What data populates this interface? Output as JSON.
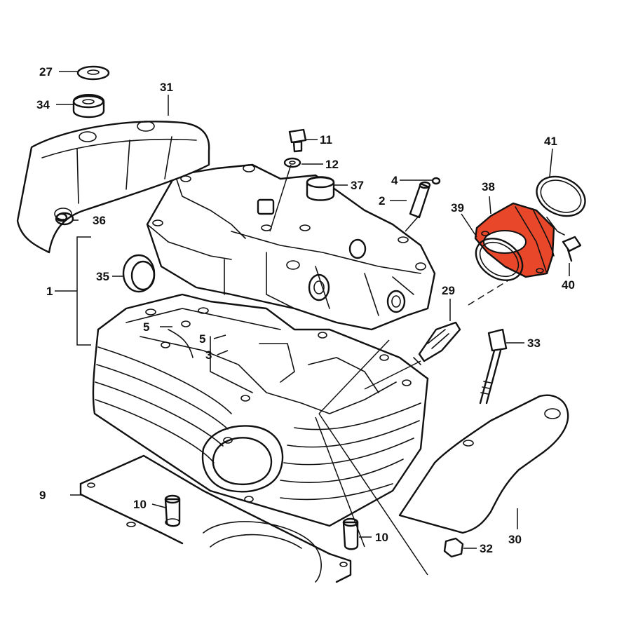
{
  "diagram": {
    "highlight_color": "#e8472a",
    "ink_color": "#111111",
    "background_color": "#ffffff",
    "callouts": {
      "p1": "1",
      "p2": "2",
      "p3": "3",
      "p4": "4",
      "p5a": "5",
      "p5b": "5",
      "p9": "9",
      "p10a": "10",
      "p10b": "10",
      "p11": "11",
      "p12": "12",
      "p27": "27",
      "p29": "29",
      "p30": "30",
      "p31": "31",
      "p32": "32",
      "p33": "33",
      "p34": "34",
      "p35": "35",
      "p36": "36",
      "p37": "37",
      "p38": "38",
      "p39": "39",
      "p40": "40",
      "p41": "41"
    }
  }
}
